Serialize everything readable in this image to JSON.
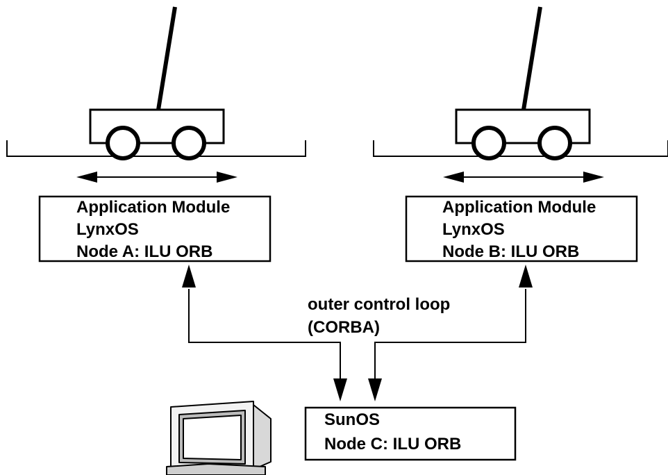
{
  "node_a": {
    "line1": "Application Module",
    "line2": "LynxOS",
    "line3": "Node A: ILU ORB"
  },
  "node_b": {
    "line1": "Application Module",
    "line2": "LynxOS",
    "line3": "Node B: ILU ORB"
  },
  "node_c": {
    "line1": "SunOS",
    "line2": "Node C: ILU ORB"
  },
  "link": {
    "line1": "outer control loop",
    "line2": "(CORBA)"
  },
  "icons": [
    "cart-pendulum-icon",
    "workstation-icon"
  ]
}
